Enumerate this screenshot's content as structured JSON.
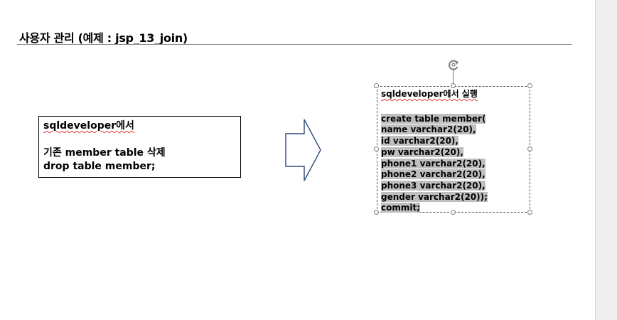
{
  "slide": {
    "title": "사용자 관리 (예제 : jsp_13_join)"
  },
  "left_box": {
    "line1": "sqldeveloper에서",
    "line2": "",
    "line3": "기존 member table 삭제",
    "line4": "drop table member;"
  },
  "right_box": {
    "header": "sqldeveloper에서 실행",
    "code_lines": [
      "create table member(",
      "name varchar2(20),",
      "id varchar2(20),",
      "pw varchar2(20),",
      "phone1 varchar2(20),",
      "phone2 varchar2(20),",
      "phone3 varchar2(20),",
      "gender varchar2(20));",
      "commit;"
    ]
  },
  "icons": {
    "arrow": "right-arrow-shape-icon",
    "rotate": "rotate-handle-icon"
  },
  "colors": {
    "arrow_stroke": "#2f4a7a",
    "highlight": "#bfbfbf",
    "spellcheck": "#e0413b"
  }
}
